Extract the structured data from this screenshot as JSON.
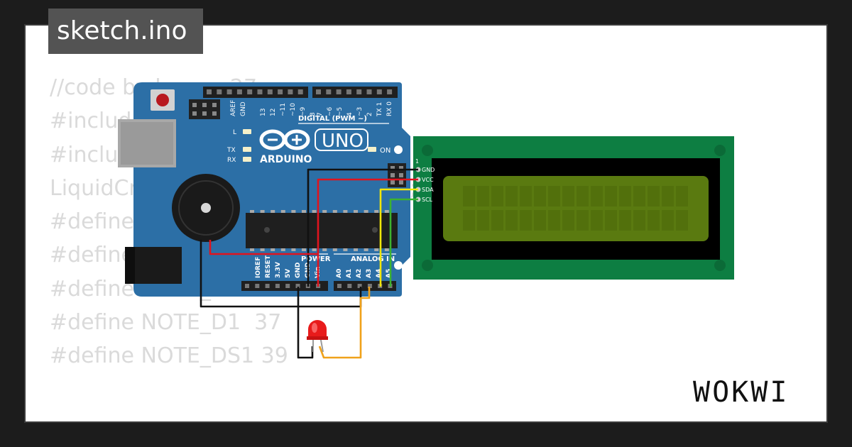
{
  "file_tab": {
    "label": "sketch.ino"
  },
  "code_lines": [
    "//code by hansa_27",
    "",
    "#include <Wire.h>",
    "#include <LiquidCrystal_I2C.h>",
    "",
    "LiquidCrystal_I2C lcd(0x27, 16, 2);",
    "#define NOTE_B0  31",
    "#define NOTE_C1  33",
    "#define NOTE_CS1 35",
    "#define NOTE_D1  37",
    "#define NOTE_DS1 39"
  ],
  "arduino": {
    "brand": "ARDUINO",
    "model": "UNO",
    "digital_label": "DIGITAL (PWM ~)",
    "on_label": "ON",
    "led_labels": [
      "L",
      "TX",
      "RX"
    ],
    "top_pins": [
      "AREF",
      "GND",
      "13",
      "12",
      "~11",
      "~10",
      "~9",
      "8",
      "7",
      "~6",
      "~5",
      "4",
      "~3",
      "2",
      "TX 1",
      "RX 0"
    ],
    "power_label": "POWER",
    "analog_label": "ANALOG IN",
    "bottom_pins": [
      "IOREF",
      "RESET",
      "3.3V",
      "5V",
      "GND",
      "GND",
      "Vin",
      "A0",
      "A1",
      "A2",
      "A3",
      "A4",
      "A5"
    ]
  },
  "lcd": {
    "pin_number": "1",
    "pins": [
      "GND",
      "VCC",
      "SDA",
      "SCL"
    ]
  },
  "colors": {
    "board": "#2c6fa6",
    "lcd_pcb": "#0d7e42",
    "lcd_screen": "#5a7a10",
    "wire_black": "#111111",
    "wire_red": "#e0141e",
    "wire_yellow": "#f1e60a",
    "wire_green": "#3cb22f",
    "wire_orange": "#f0a21a",
    "led": "#e81b1b"
  },
  "watermark": {
    "logo_text": "WOKWI"
  }
}
